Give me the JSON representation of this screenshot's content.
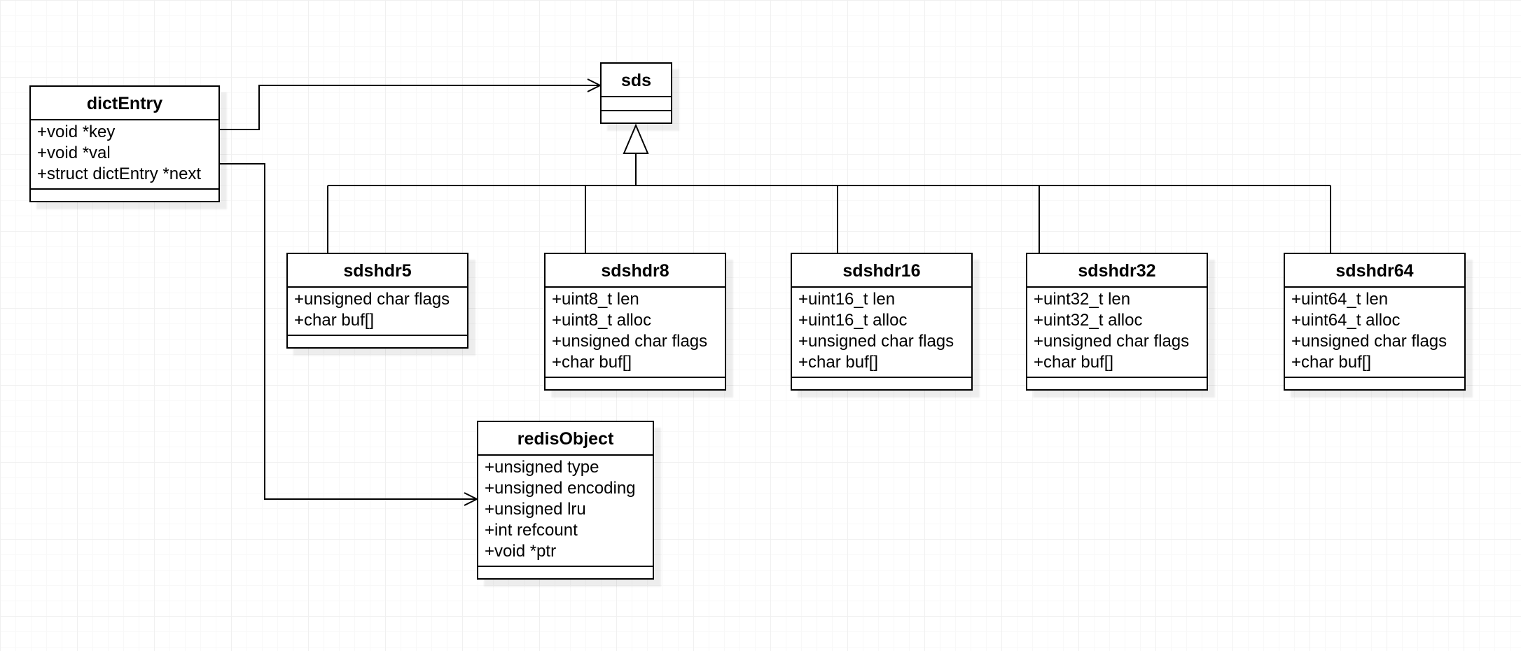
{
  "diagram": {
    "classes": {
      "dictEntry": {
        "name": "dictEntry",
        "attributes": [
          "+void *key",
          "+void *val",
          "+struct dictEntry *next"
        ]
      },
      "sds": {
        "name": "sds",
        "attributes": []
      },
      "sdshdr5": {
        "name": "sdshdr5",
        "attributes": [
          "+unsigned char flags",
          "+char buf[]"
        ]
      },
      "sdshdr8": {
        "name": "sdshdr8",
        "attributes": [
          "+uint8_t len",
          "+uint8_t alloc",
          "+unsigned char flags",
          "+char buf[]"
        ]
      },
      "sdshdr16": {
        "name": "sdshdr16",
        "attributes": [
          "+uint16_t len",
          "+uint16_t alloc",
          "+unsigned char flags",
          "+char buf[]"
        ]
      },
      "sdshdr32": {
        "name": "sdshdr32",
        "attributes": [
          "+uint32_t len",
          "+uint32_t alloc",
          "+unsigned char flags",
          "+char buf[]"
        ]
      },
      "sdshdr64": {
        "name": "sdshdr64",
        "attributes": [
          "+uint64_t len",
          "+uint64_t alloc",
          "+unsigned char flags",
          "+char buf[]"
        ]
      },
      "redisObject": {
        "name": "redisObject",
        "attributes": [
          "+unsigned type",
          "+unsigned encoding",
          "+unsigned lru",
          "+int refcount",
          "+void *ptr"
        ]
      }
    },
    "relationships": [
      {
        "type": "association",
        "from": "dictEntry",
        "attribute": "+void *key",
        "to": "sds"
      },
      {
        "type": "association",
        "from": "dictEntry",
        "attribute": "+void *val",
        "to": "redisObject"
      },
      {
        "type": "generalization",
        "parent": "sds",
        "children": [
          "sdshdr5",
          "sdshdr8",
          "sdshdr16",
          "sdshdr32",
          "sdshdr64"
        ]
      }
    ]
  }
}
